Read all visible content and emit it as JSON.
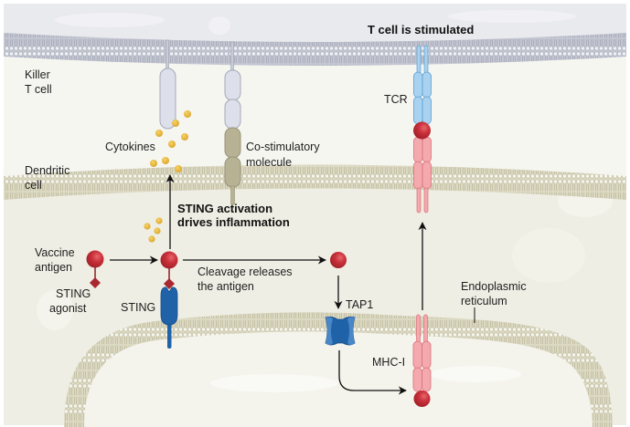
{
  "labels": {
    "killer_t_cell": [
      "Killer",
      "T cell"
    ],
    "dendritic_cell": [
      "Dendritic",
      "cell"
    ],
    "cytokines": "Cytokines",
    "costimulatory": [
      "Co-stimulatory",
      "molecule"
    ],
    "t_cell_stimulated": "T cell is stimulated",
    "tcr": "TCR",
    "sting_activation": [
      "STING activation",
      "drives inflammation"
    ],
    "vaccine_antigen": [
      "Vaccine",
      "antigen"
    ],
    "sting_agonist": [
      "STING",
      "agonist"
    ],
    "sting": "STING",
    "cleavage": [
      "Cleavage releases",
      "the antigen"
    ],
    "tap1": "TAP1",
    "er": [
      "Endoplasmic",
      "reticulum"
    ],
    "mhc": "MHC-I"
  },
  "colors": {
    "tcell_bg": "#e9eaee",
    "tcell_membrane": "#b9bcc8",
    "cytoplasm": "#f6f6f1",
    "dc_membrane": "#d9d6bf",
    "dc_bg": "#efeee4",
    "er_lumen": "#f3f2ea",
    "antigen_red": "#c9303a",
    "sting_blue": "#1f62a8",
    "tcr_blue": "#a9d2f0",
    "mhc_pink": "#f3a9ad",
    "cytokine_gold": "#e6b53a",
    "costim_olive": "#b7b293",
    "costim_grey": "#dde0ea"
  }
}
